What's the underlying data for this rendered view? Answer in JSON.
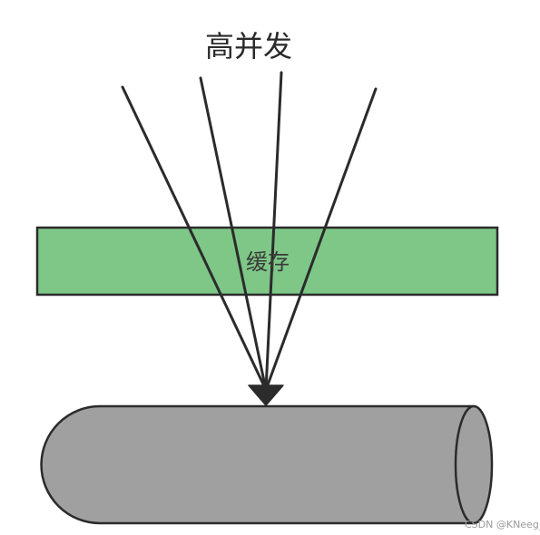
{
  "diagram": {
    "title": "高并发",
    "cache_label": "缓存",
    "watermark": "CSDN @KNeeg_",
    "colors": {
      "cache_fill": "#7ec787",
      "cylinder_fill": "#a0a0a0",
      "stroke": "#2b2b2b"
    }
  }
}
